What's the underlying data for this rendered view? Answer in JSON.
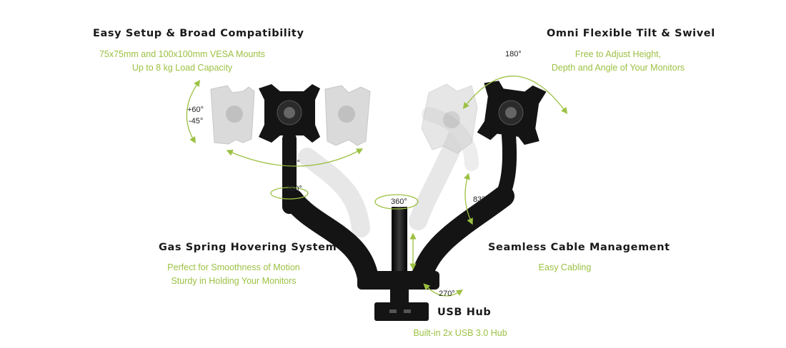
{
  "features": {
    "setup": {
      "title": "Easy Setup & Broad Compatibility",
      "lines": [
        "75x75mm and 100x100mm VESA Mounts",
        "Up to 8 kg Load Capacity"
      ]
    },
    "tilt": {
      "title": "Omni Flexible Tilt & Swivel",
      "lines": [
        "Free to Adjust Height,",
        "Depth and Angle of Your Monitors"
      ]
    },
    "gas": {
      "title": "Gas Spring Hovering System",
      "lines": [
        "Perfect for Smoothness of Motion",
        "Sturdy in Holding Your Monitors"
      ]
    },
    "cable": {
      "title": "Seamless Cable Management",
      "lines": [
        "Easy Cabling"
      ]
    },
    "usb": {
      "title": "USB Hub",
      "lines": [
        "Built-in 2x USB 3.0 Hub"
      ]
    }
  },
  "angles": {
    "tilt_up": "+60°",
    "tilt_down": "-45°",
    "swivel_left": "180°",
    "rotate_left": "360°",
    "pole": "360°",
    "right_top": "180°",
    "right_arm": "83°",
    "base": "270°"
  },
  "colors": {
    "accent": "#9cc143",
    "arm": "#141414",
    "ghost": "#cfcfcf"
  }
}
